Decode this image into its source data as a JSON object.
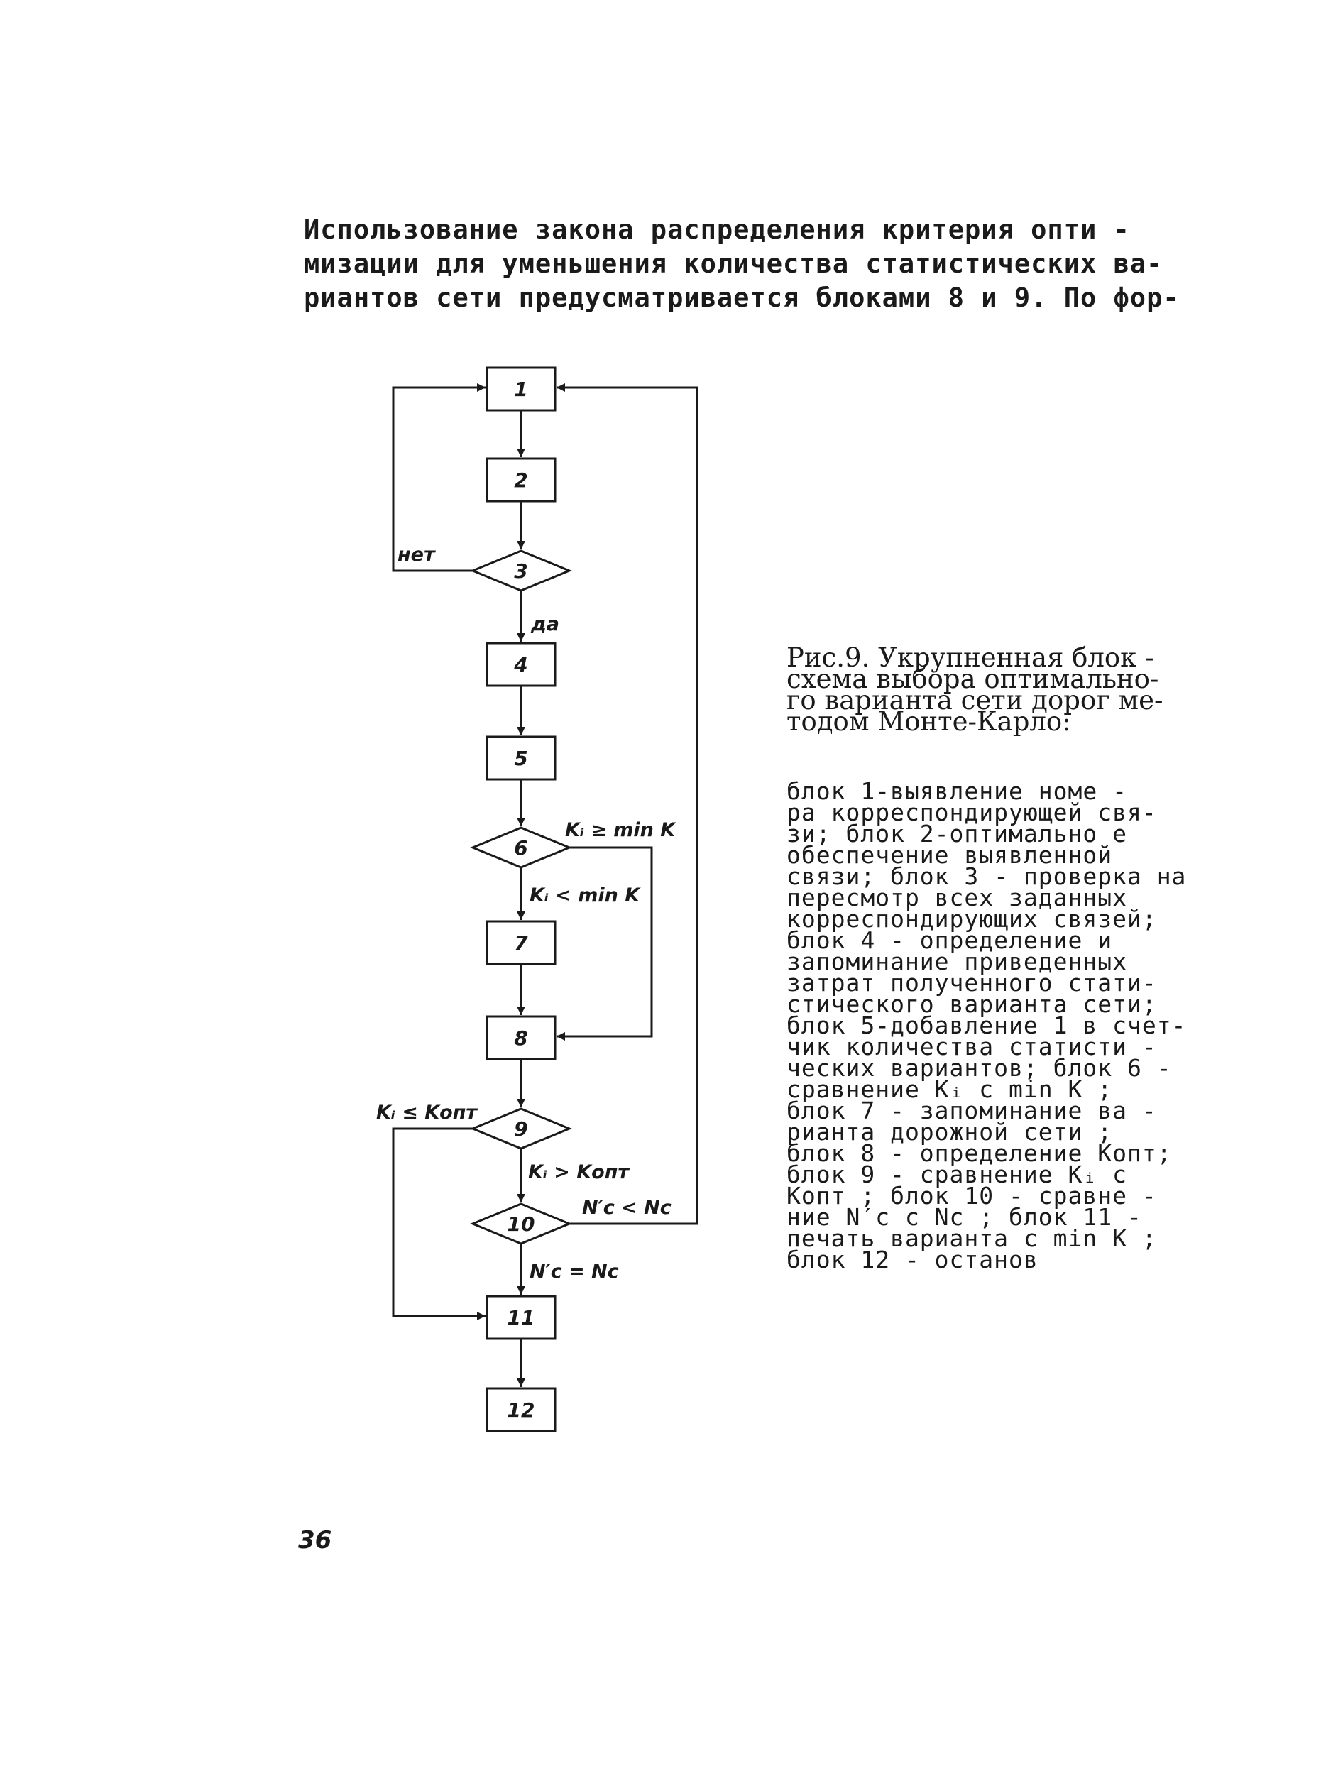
{
  "intro_lines": [
    "Использование закона распределения критерия опти -",
    "мизации для уменьшения количества статистических ва-",
    "риантов сети предусматривается блоками 8 и 9. По фор-"
  ],
  "flowchart": {
    "nodes": {
      "n1": "1",
      "n2": "2",
      "n3": "3",
      "n4": "4",
      "n5": "5",
      "n6": "6",
      "n7": "7",
      "n8": "8",
      "n9": "9",
      "n10": "10",
      "n11": "11",
      "n12": "12"
    },
    "edge_labels": {
      "no": "нет",
      "yes": "да",
      "k_ge_min": "Kᵢ ≥ min K",
      "k_lt_min": "Kᵢ < min K",
      "k_le_opt": "Kᵢ ≤ Kопт",
      "k_gt_opt": "Kᵢ > Kопт",
      "n_lt": "N′c < Nc",
      "n_eq": "N′c = Nc"
    }
  },
  "caption_lines": [
    "Рис.9. Укрупненная блок -",
    "схема выбора оптимально-",
    "го варианта сети дорог ме-",
    "тодом Монте-Карло:"
  ],
  "legend_lines": [
    "блок 1-выявление номе -",
    "ра корреспондирующей свя-",
    "зи; блок 2-оптимально е",
    "обеспечение выявленной",
    "связи; блок 3 - проверка на",
    "пересмотр всех заданных",
    "корреспондирующих связей;",
    "блок 4 - определение и",
    "запоминание приведенных",
    "затрат полученного стати-",
    "стического варианта сети;",
    "блок 5-добавление 1 в счет-",
    "чик количества статисти -",
    "ческих вариантов; блок 6 -",
    "сравнение Kᵢ с min K ;",
    "блок 7 - запоминание ва -",
    "рианта дорожной сети ;",
    "блок 8 - определение Kопт;",
    "блок 9 - сравнение Kᵢ с",
    "Kопт ; блок 10 - сравне -",
    "ние N′c с Nc ; блок 11 -",
    "печать варианта с min K ;",
    "блок 12 - останов"
  ],
  "page_number": "36"
}
